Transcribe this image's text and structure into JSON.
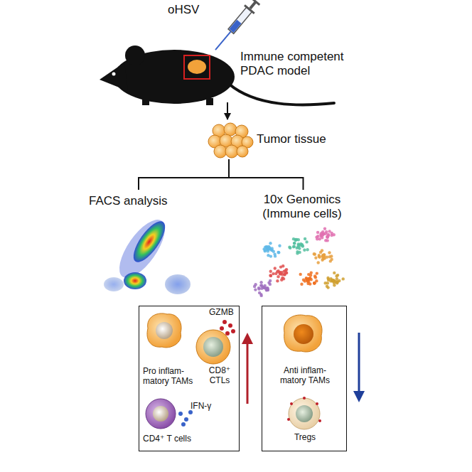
{
  "diagram": {
    "nodes": [
      {
        "text": [
          "Immune competent PDAC model"
        ]
      },
      {
        "text": [
          "Tumor tissue"
        ]
      },
      {
        "text": [
          "FACS analysis"
        ]
      },
      {
        "text": [
          "10x Genomics (Immune cells)"
        ]
      },
      {
        "text": [
          "Pro inflam- matory TAMs",
          "GZMB",
          "CD8⁺ CTLs",
          "IFN-γ",
          "CD4⁺ T cells"
        ]
      },
      {
        "text": [
          "Anti inflam- matory TAMs",
          "Tregs"
        ]
      }
    ],
    "edges": [
      {
        "from": 0,
        "to": 1,
        "arrow": "to"
      },
      {
        "from": 1,
        "to": 2,
        "arrow": "none"
      },
      {
        "from": 1,
        "to": 3,
        "arrow": "none"
      }
    ],
    "labels": [
      "oHSV"
    ]
  }
}
